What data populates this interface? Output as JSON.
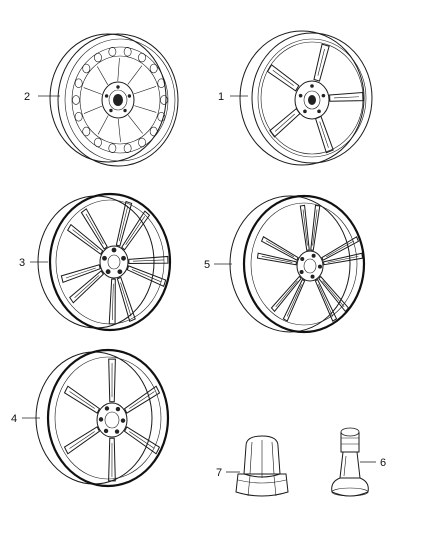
{
  "parts": [
    {
      "id": "wheel-steel",
      "callout": "2"
    },
    {
      "id": "wheel-five-spoke-a",
      "callout": "1"
    },
    {
      "id": "wheel-five-split-spoke",
      "callout": "3"
    },
    {
      "id": "wheel-five-double-spoke",
      "callout": "5"
    },
    {
      "id": "wheel-six-spoke",
      "callout": "4"
    },
    {
      "id": "lug-nut",
      "callout": "7"
    },
    {
      "id": "valve-stem",
      "callout": "6"
    }
  ]
}
